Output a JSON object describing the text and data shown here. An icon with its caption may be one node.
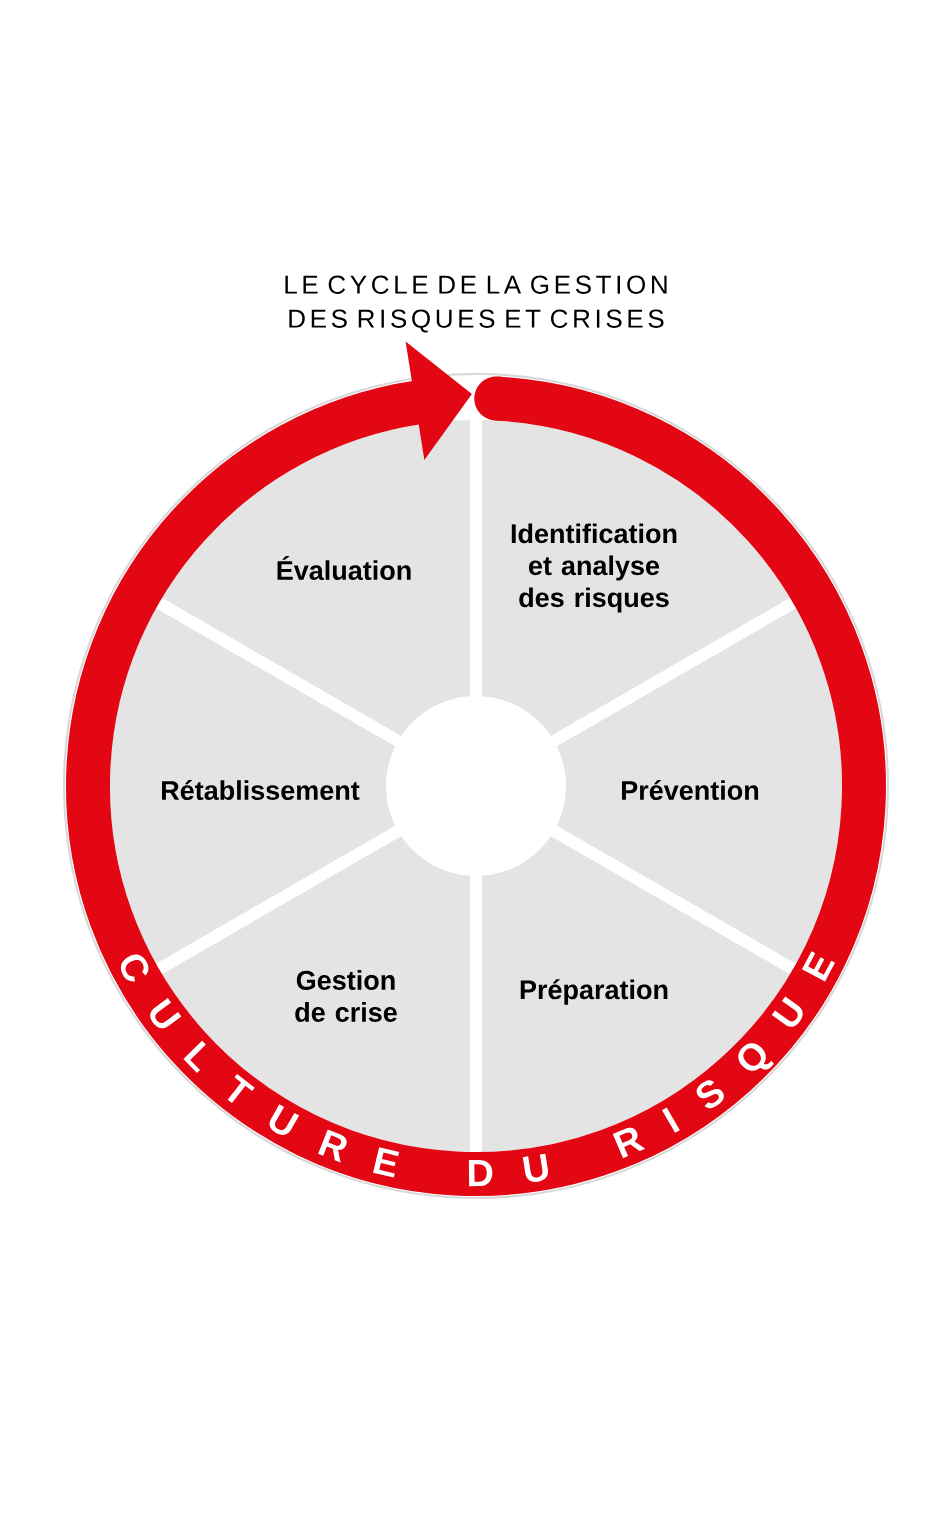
{
  "diagram": {
    "title": "LE CYCLE DE LA GESTION DES RISQUES ET CRISES",
    "nodes": [
      {
        "text": [
          "Identification et analyse des risques"
        ]
      },
      {
        "text": [
          "Prévention"
        ]
      },
      {
        "text": [
          "Préparation"
        ]
      },
      {
        "text": [
          "Gestion de crise"
        ]
      },
      {
        "text": [
          "Rétablissement"
        ]
      },
      {
        "text": [
          "Évaluation"
        ]
      }
    ],
    "labels": [
      "CULTURE DU RISQUE"
    ]
  }
}
